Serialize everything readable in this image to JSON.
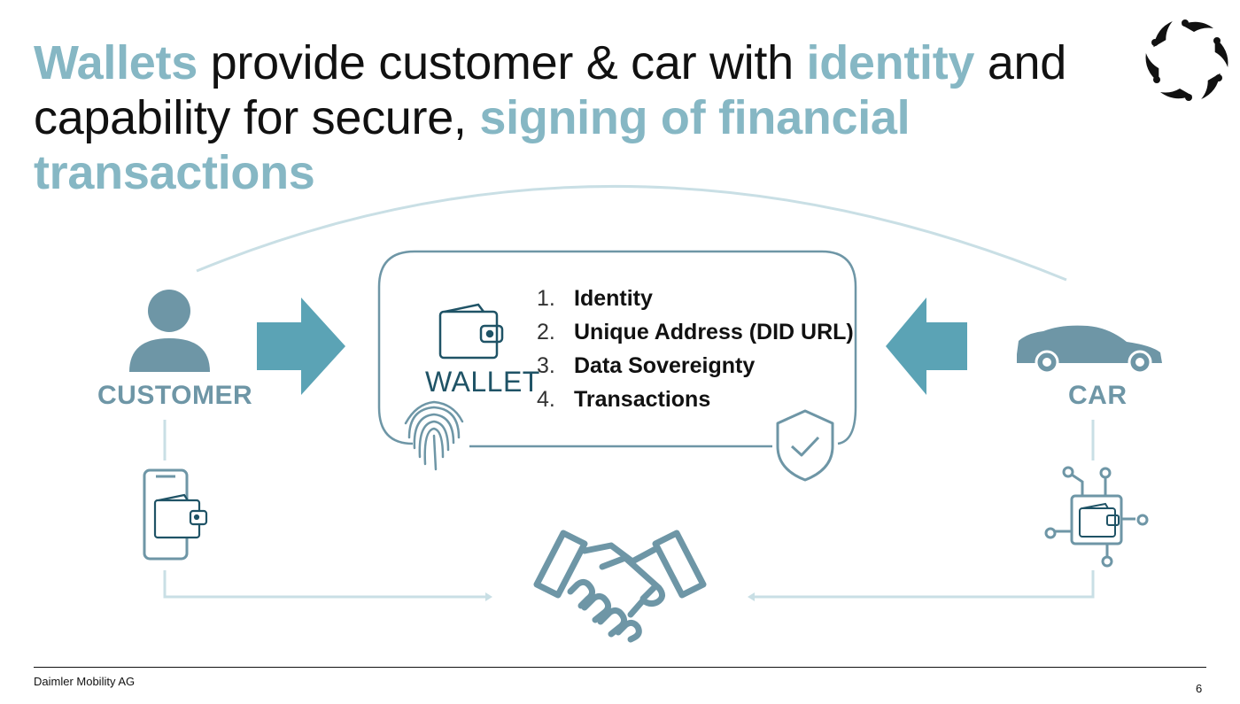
{
  "title": {
    "part1": "Wallets",
    "part2": " provide customer & car with ",
    "part3": "identity",
    "part4": " and capability for secure, ",
    "part5": "signing of financial transactions"
  },
  "diagram": {
    "customer_label": "CUSTOMER",
    "car_label": "CAR",
    "wallet_label": "WALLET",
    "features": [
      {
        "num": "1.",
        "text": "Identity"
      },
      {
        "num": "2.",
        "text": "Unique Address (DID URL)"
      },
      {
        "num": "3.",
        "text": "Data Sovereignty"
      },
      {
        "num": "4.",
        "text": "Transactions"
      }
    ],
    "icons": [
      "person-icon",
      "car-icon",
      "wallet-icon",
      "fingerprint-icon",
      "shield-check-icon",
      "phone-wallet-icon",
      "chip-wallet-icon",
      "handshake-icon"
    ]
  },
  "footer": {
    "company": "Daimler Mobility AG",
    "page_number": "6"
  },
  "colors": {
    "accent": "#86b7c4",
    "arrow": "#5ba3b5",
    "icon": "#6e96a6",
    "dark_teal": "#1f5366",
    "connector": "#c9dfe5"
  }
}
